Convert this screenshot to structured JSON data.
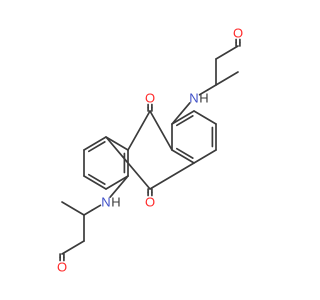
{
  "molecule": {
    "atoms": [
      {
        "element": "C",
        "label": ""
      },
      {
        "element": "C",
        "label": ""
      },
      {
        "element": "C",
        "label": ""
      },
      {
        "element": "C",
        "label": ""
      },
      {
        "element": "C",
        "label": ""
      },
      {
        "element": "C",
        "label": ""
      },
      {
        "element": "C",
        "label": ""
      },
      {
        "element": "C",
        "label": ""
      },
      {
        "element": "C",
        "label": ""
      },
      {
        "element": "C",
        "label": ""
      },
      {
        "element": "C",
        "label": ""
      },
      {
        "element": "C",
        "label": ""
      },
      {
        "element": "C",
        "label": ""
      },
      {
        "element": "C",
        "label": ""
      },
      {
        "element": "O",
        "label": "O"
      },
      {
        "element": "O",
        "label": "O"
      },
      {
        "element": "N",
        "label": "N",
        "sublabel": "H"
      },
      {
        "element": "C",
        "label": ""
      },
      {
        "element": "C",
        "label": ""
      },
      {
        "element": "C",
        "label": ""
      },
      {
        "element": "C",
        "label": ""
      },
      {
        "element": "O",
        "label": "O"
      },
      {
        "element": "N",
        "label": "N",
        "sublabel": "H"
      },
      {
        "element": "C",
        "label": ""
      },
      {
        "element": "C",
        "label": ""
      },
      {
        "element": "C",
        "label": ""
      },
      {
        "element": "C",
        "label": ""
      },
      {
        "element": "O",
        "label": "O"
      }
    ],
    "bonds": [
      [
        0,
        1,
        1
      ],
      [
        1,
        2,
        2
      ],
      [
        2,
        3,
        1
      ],
      [
        3,
        4,
        2
      ],
      [
        4,
        5,
        1
      ],
      [
        5,
        0,
        2
      ],
      [
        0,
        6,
        1
      ],
      [
        6,
        7,
        1
      ],
      [
        7,
        8,
        2
      ],
      [
        8,
        9,
        1
      ],
      [
        9,
        10,
        2
      ],
      [
        10,
        11,
        1
      ],
      [
        11,
        12,
        2
      ],
      [
        12,
        7,
        1
      ],
      [
        12,
        13,
        1
      ],
      [
        13,
        5,
        1
      ],
      [
        6,
        14,
        2
      ],
      [
        13,
        15,
        2
      ],
      [
        1,
        16,
        1
      ],
      [
        16,
        17,
        1
      ],
      [
        17,
        18,
        1
      ],
      [
        17,
        19,
        1
      ],
      [
        19,
        20,
        1
      ],
      [
        20,
        21,
        2
      ],
      [
        8,
        22,
        1
      ],
      [
        22,
        23,
        1
      ],
      [
        23,
        24,
        1
      ],
      [
        23,
        25,
        1
      ],
      [
        25,
        26,
        1
      ],
      [
        26,
        27,
        2
      ]
    ]
  },
  "colors": {
    "carbon": "#3b3b3b",
    "oxygen": "#ff2a2a",
    "nitrogen": "#3f50c8",
    "background": "#ffffff"
  }
}
